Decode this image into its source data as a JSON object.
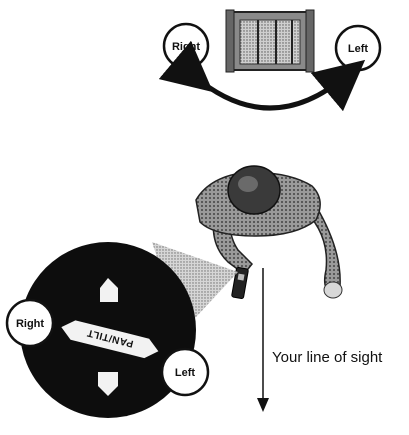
{
  "top_diagram": {
    "right_label": "Right",
    "left_label": "Left"
  },
  "controller": {
    "right_label": "Right",
    "left_label": "Left",
    "joystick_label": "PAN/TILT"
  },
  "line_of_sight_label": "Your line of sight"
}
